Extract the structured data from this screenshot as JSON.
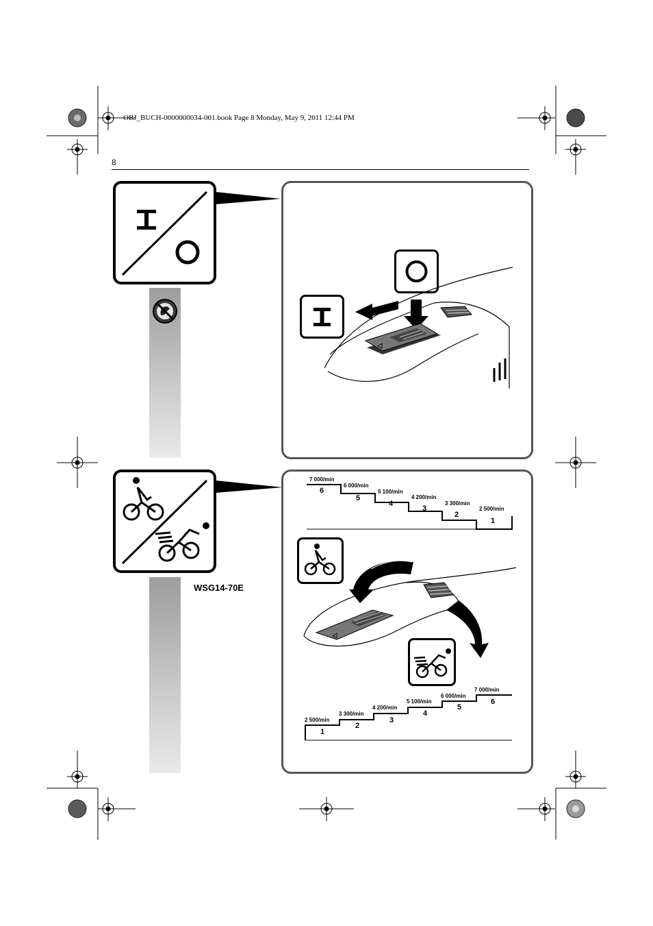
{
  "header": {
    "book_info": "OBJ_BUCH-0000000034-001.book  Page 8  Monday, May 9, 2011  12:44 PM",
    "page_number": "8"
  },
  "section_switch": {
    "icon_symbols": [
      "I",
      "O"
    ],
    "callout_on": "I",
    "callout_off": "O"
  },
  "section_speed": {
    "model_label": "WSG14-70E",
    "top_scale": {
      "speeds": [
        "7 000/min",
        "6 000/min",
        "5 100/min",
        "4 200/min",
        "3 300/min",
        "2 500/min"
      ],
      "levels": [
        "6",
        "5",
        "4",
        "3",
        "2",
        "1"
      ]
    },
    "bottom_scale": {
      "speeds": [
        "2 500/min",
        "3 300/min",
        "4 200/min",
        "5 100/min",
        "6 000/min",
        "7 000/min"
      ],
      "levels": [
        "1",
        "2",
        "3",
        "4",
        "5",
        "6"
      ]
    }
  },
  "icons": {
    "on_off": "on-off-switch-icon",
    "no_glove": "prohibition-icon",
    "slow_cyclist": "slow-cyclist-icon",
    "fast_cyclist": "fast-cyclist-icon"
  }
}
